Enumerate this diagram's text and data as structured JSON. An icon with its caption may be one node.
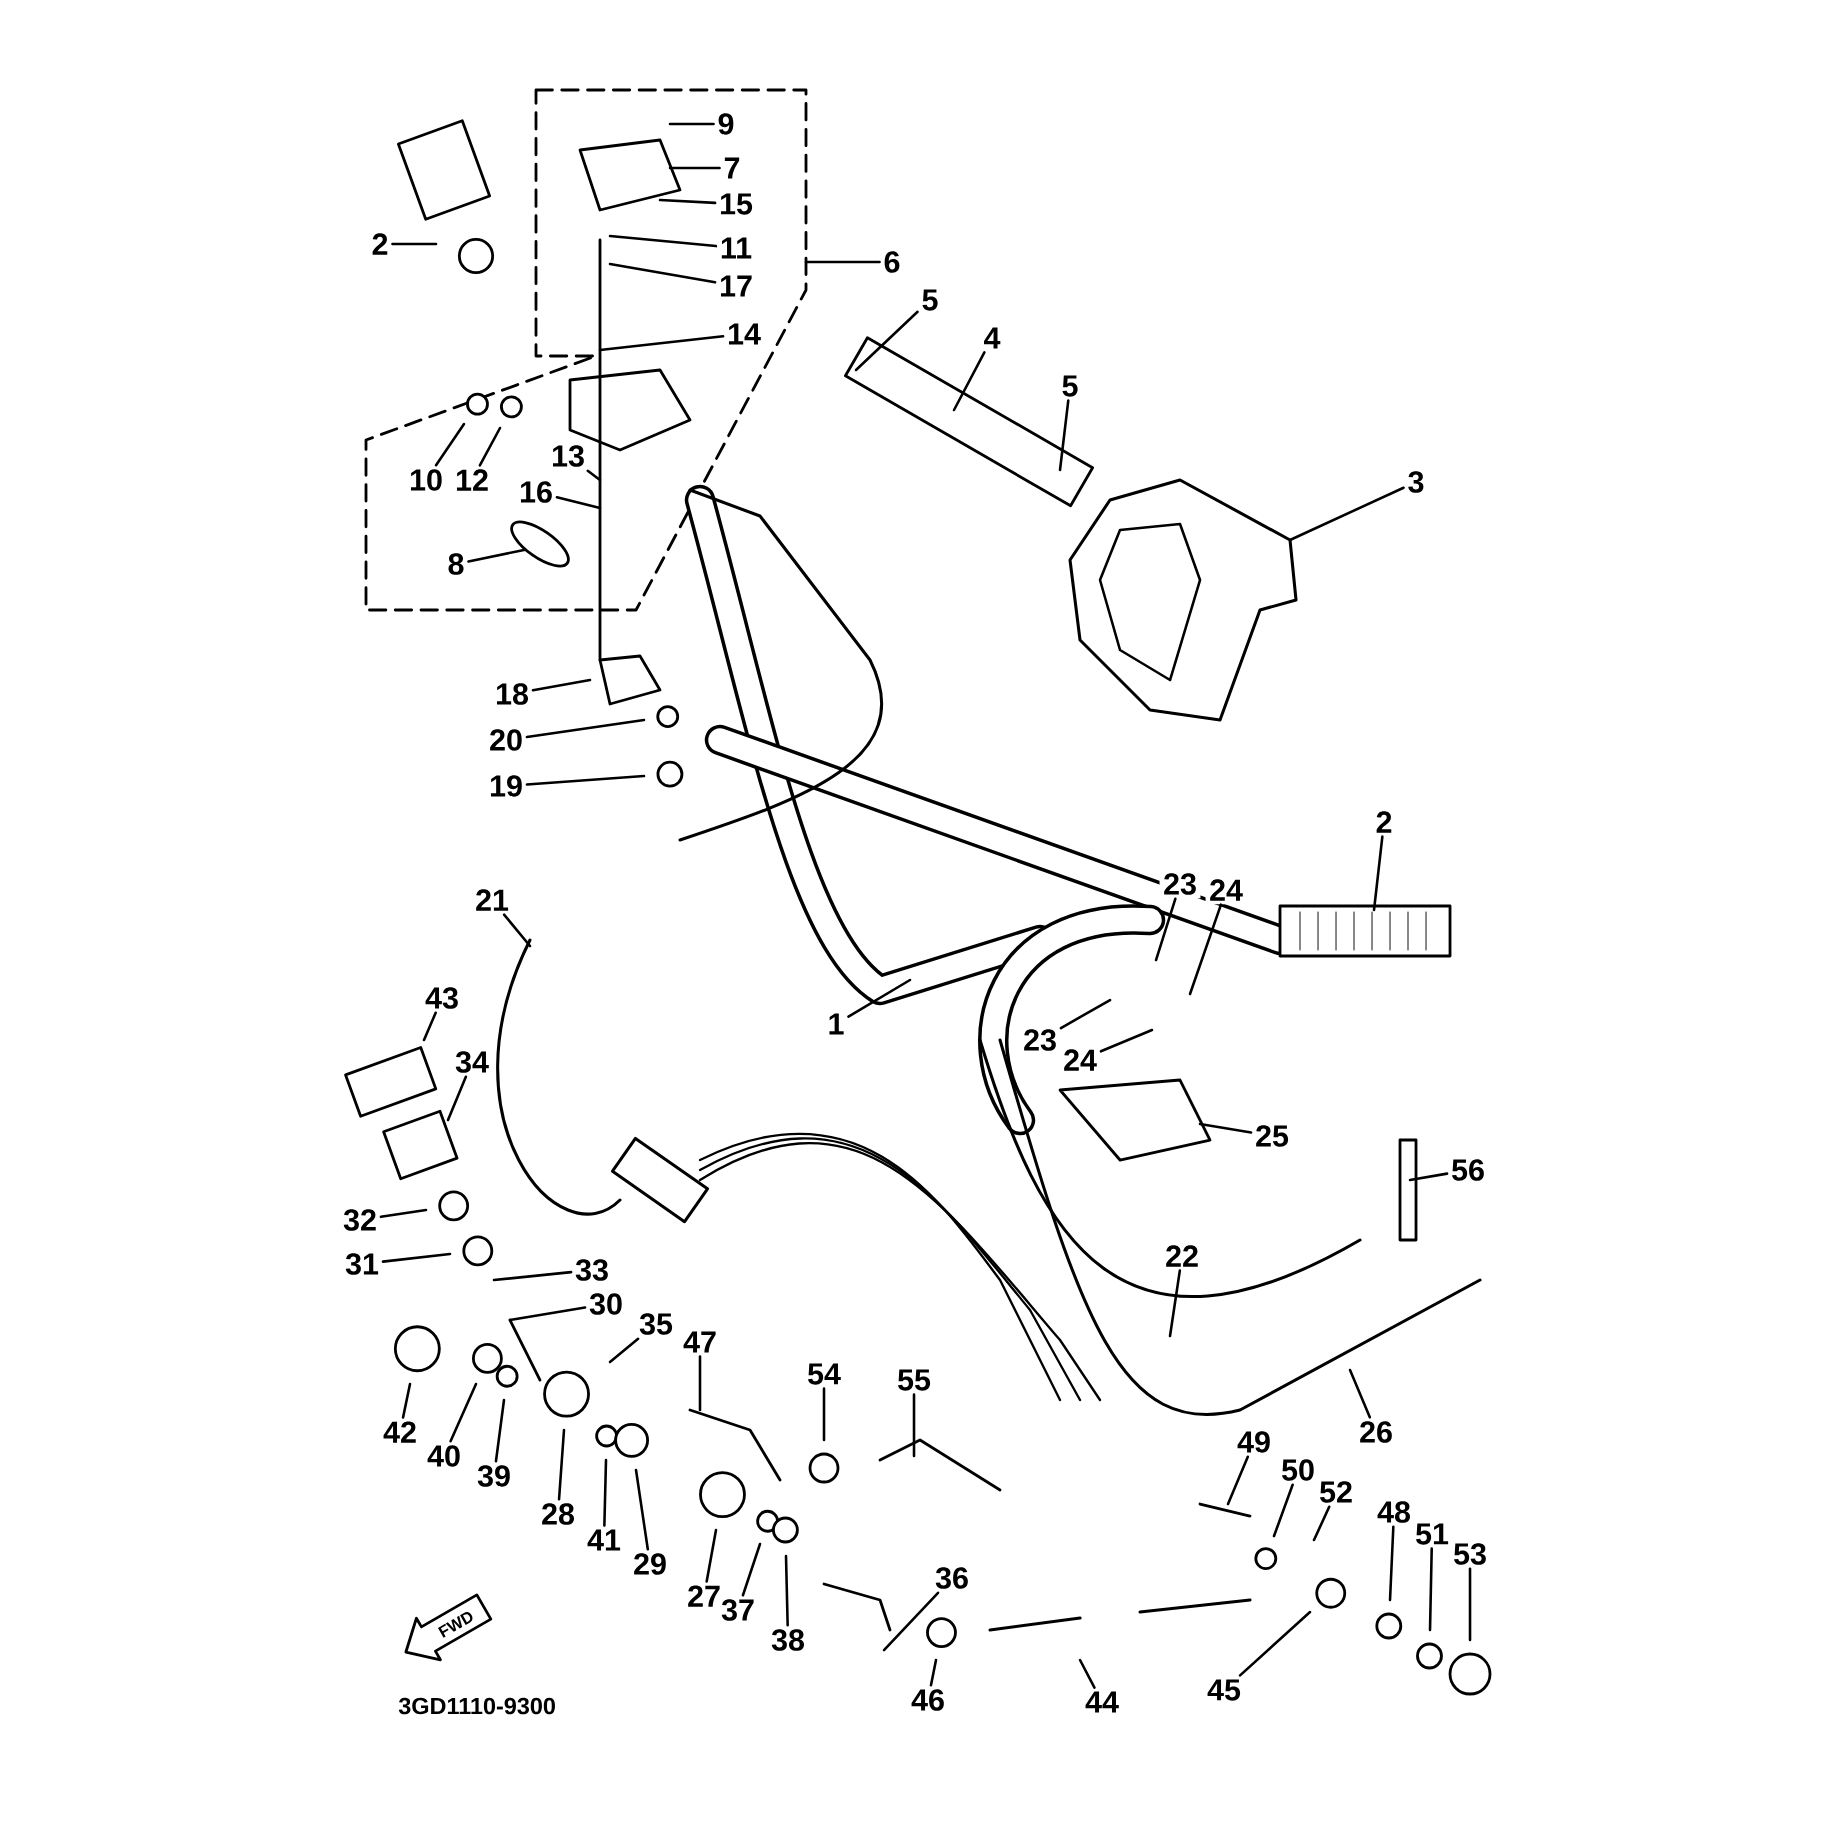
{
  "diagram": {
    "nodes": [
      {
        "text": [
          "2"
        ]
      },
      {
        "text": [
          "9"
        ]
      },
      {
        "text": [
          "7"
        ]
      },
      {
        "text": [
          "15"
        ]
      },
      {
        "text": [
          "11"
        ]
      },
      {
        "text": [
          "17"
        ]
      },
      {
        "text": [
          "6"
        ]
      },
      {
        "text": [
          "14"
        ]
      },
      {
        "text": [
          "10"
        ]
      },
      {
        "text": [
          "12"
        ]
      },
      {
        "text": [
          "13"
        ]
      },
      {
        "text": [
          "16"
        ]
      },
      {
        "text": [
          "8"
        ]
      },
      {
        "text": [
          "18"
        ]
      },
      {
        "text": [
          "20"
        ]
      },
      {
        "text": [
          "19"
        ]
      },
      {
        "text": [
          "5"
        ]
      },
      {
        "text": [
          "4"
        ]
      },
      {
        "text": [
          "5"
        ]
      },
      {
        "text": [
          "3"
        ]
      },
      {
        "text": [
          "2"
        ]
      },
      {
        "text": [
          "23"
        ]
      },
      {
        "text": [
          "24"
        ]
      },
      {
        "text": [
          "1"
        ]
      },
      {
        "text": [
          "23"
        ]
      },
      {
        "text": [
          "24"
        ]
      },
      {
        "text": [
          "25"
        ]
      },
      {
        "text": [
          "56"
        ]
      },
      {
        "text": [
          "22"
        ]
      },
      {
        "text": [
          "26"
        ]
      },
      {
        "text": [
          "21"
        ]
      },
      {
        "text": [
          "43"
        ]
      },
      {
        "text": [
          "34"
        ]
      },
      {
        "text": [
          "32"
        ]
      },
      {
        "text": [
          "31"
        ]
      },
      {
        "text": [
          "33"
        ]
      },
      {
        "text": [
          "30"
        ]
      },
      {
        "text": [
          "35"
        ]
      },
      {
        "text": [
          "47"
        ]
      },
      {
        "text": [
          "54"
        ]
      },
      {
        "text": [
          "55"
        ]
      },
      {
        "text": [
          "42"
        ]
      },
      {
        "text": [
          "40"
        ]
      },
      {
        "text": [
          "39"
        ]
      },
      {
        "text": [
          "28"
        ]
      },
      {
        "text": [
          "41"
        ]
      },
      {
        "text": [
          "29"
        ]
      },
      {
        "text": [
          "27"
        ]
      },
      {
        "text": [
          "37"
        ]
      },
      {
        "text": [
          "38"
        ]
      },
      {
        "text": [
          "36"
        ]
      },
      {
        "text": [
          "46"
        ]
      },
      {
        "text": [
          "44"
        ]
      },
      {
        "text": [
          "45"
        ]
      },
      {
        "text": [
          "49"
        ]
      },
      {
        "text": [
          "50"
        ]
      },
      {
        "text": [
          "52"
        ]
      },
      {
        "text": [
          "48"
        ]
      },
      {
        "text": [
          "51"
        ]
      },
      {
        "text": [
          "53"
        ]
      }
    ],
    "edges": [
      {
        "from": 0,
        "to": null,
        "arrow": "none"
      },
      {
        "from": 1,
        "to": null,
        "arrow": "none"
      },
      {
        "from": 2,
        "to": null,
        "arrow": "none"
      },
      {
        "from": 3,
        "to": null,
        "arrow": "none"
      },
      {
        "from": 4,
        "to": null,
        "arrow": "none"
      },
      {
        "from": 5,
        "to": null,
        "arrow": "none"
      },
      {
        "from": 6,
        "to": null,
        "arrow": "none"
      },
      {
        "from": 7,
        "to": null,
        "arrow": "none"
      },
      {
        "from": 8,
        "to": null,
        "arrow": "none"
      },
      {
        "from": 9,
        "to": null,
        "arrow": "none"
      },
      {
        "from": 10,
        "to": null,
        "arrow": "none"
      },
      {
        "from": 11,
        "to": null,
        "arrow": "none"
      },
      {
        "from": 12,
        "to": null,
        "arrow": "none"
      },
      {
        "from": 13,
        "to": null,
        "arrow": "none"
      },
      {
        "from": 14,
        "to": null,
        "arrow": "none"
      },
      {
        "from": 15,
        "to": null,
        "arrow": "none"
      },
      {
        "from": 16,
        "to": null,
        "arrow": "none"
      },
      {
        "from": 17,
        "to": null,
        "arrow": "none"
      },
      {
        "from": 18,
        "to": null,
        "arrow": "none"
      },
      {
        "from": 19,
        "to": null,
        "arrow": "none"
      },
      {
        "from": 20,
        "to": null,
        "arrow": "none"
      },
      {
        "from": 21,
        "to": null,
        "arrow": "none"
      },
      {
        "from": 22,
        "to": null,
        "arrow": "none"
      },
      {
        "from": 23,
        "to": null,
        "arrow": "none"
      },
      {
        "from": 24,
        "to": null,
        "arrow": "none"
      },
      {
        "from": 25,
        "to": null,
        "arrow": "none"
      },
      {
        "from": 26,
        "to": null,
        "arrow": "none"
      },
      {
        "from": 27,
        "to": null,
        "arrow": "none"
      },
      {
        "from": 28,
        "to": null,
        "arrow": "none"
      },
      {
        "from": 29,
        "to": null,
        "arrow": "none"
      },
      {
        "from": 30,
        "to": null,
        "arrow": "none"
      },
      {
        "from": 31,
        "to": null,
        "arrow": "none"
      },
      {
        "from": 32,
        "to": null,
        "arrow": "none"
      },
      {
        "from": 33,
        "to": null,
        "arrow": "none"
      },
      {
        "from": 34,
        "to": null,
        "arrow": "none"
      },
      {
        "from": 35,
        "to": null,
        "arrow": "none"
      },
      {
        "from": 36,
        "to": null,
        "arrow": "none"
      },
      {
        "from": 37,
        "to": null,
        "arrow": "none"
      },
      {
        "from": 38,
        "to": null,
        "arrow": "none"
      },
      {
        "from": 39,
        "to": null,
        "arrow": "none"
      },
      {
        "from": 40,
        "to": null,
        "arrow": "none"
      },
      {
        "from": 41,
        "to": null,
        "arrow": "none"
      },
      {
        "from": 42,
        "to": null,
        "arrow": "none"
      },
      {
        "from": 43,
        "to": null,
        "arrow": "none"
      },
      {
        "from": 44,
        "to": null,
        "arrow": "none"
      },
      {
        "from": 45,
        "to": null,
        "arrow": "none"
      },
      {
        "from": 46,
        "to": null,
        "arrow": "none"
      },
      {
        "from": 47,
        "to": null,
        "arrow": "none"
      },
      {
        "from": 48,
        "to": null,
        "arrow": "none"
      },
      {
        "from": 49,
        "to": null,
        "arrow": "none"
      },
      {
        "from": 50,
        "to": null,
        "arrow": "none"
      },
      {
        "from": 51,
        "to": null,
        "arrow": "none"
      },
      {
        "from": 52,
        "to": null,
        "arrow": "none"
      },
      {
        "from": 53,
        "to": null,
        "arrow": "none"
      },
      {
        "from": 54,
        "to": null,
        "arrow": "none"
      },
      {
        "from": 55,
        "to": null,
        "arrow": "none"
      },
      {
        "from": 56,
        "to": null,
        "arrow": "none"
      },
      {
        "from": 57,
        "to": null,
        "arrow": "none"
      },
      {
        "from": 58,
        "to": null,
        "arrow": "none"
      },
      {
        "from": 59,
        "to": null,
        "arrow": "none"
      }
    ],
    "labels": [
      "FWD",
      "3GD1110-9300"
    ]
  }
}
